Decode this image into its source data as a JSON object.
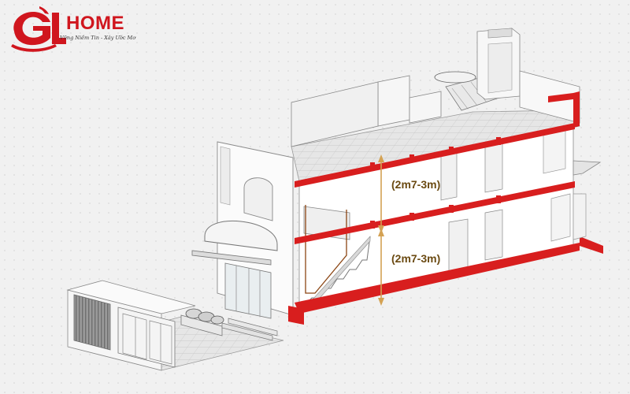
{
  "brand": {
    "name": "HOME",
    "initials": "GL",
    "tagline": "Vững Niềm Tin - Xây Ước Mơ"
  },
  "dimensions": {
    "upper_floor_height": "(2m7-3m)",
    "lower_floor_height": "(2m7-3m)"
  },
  "colors": {
    "brand_red": "#d0161e",
    "section_cut": "#d81e1e",
    "dimension_line": "#d4a253",
    "label_text": "#6b4a12",
    "model_line": "#8a8a8a"
  },
  "icons": {
    "logo_mark": "dragon-emblem"
  }
}
